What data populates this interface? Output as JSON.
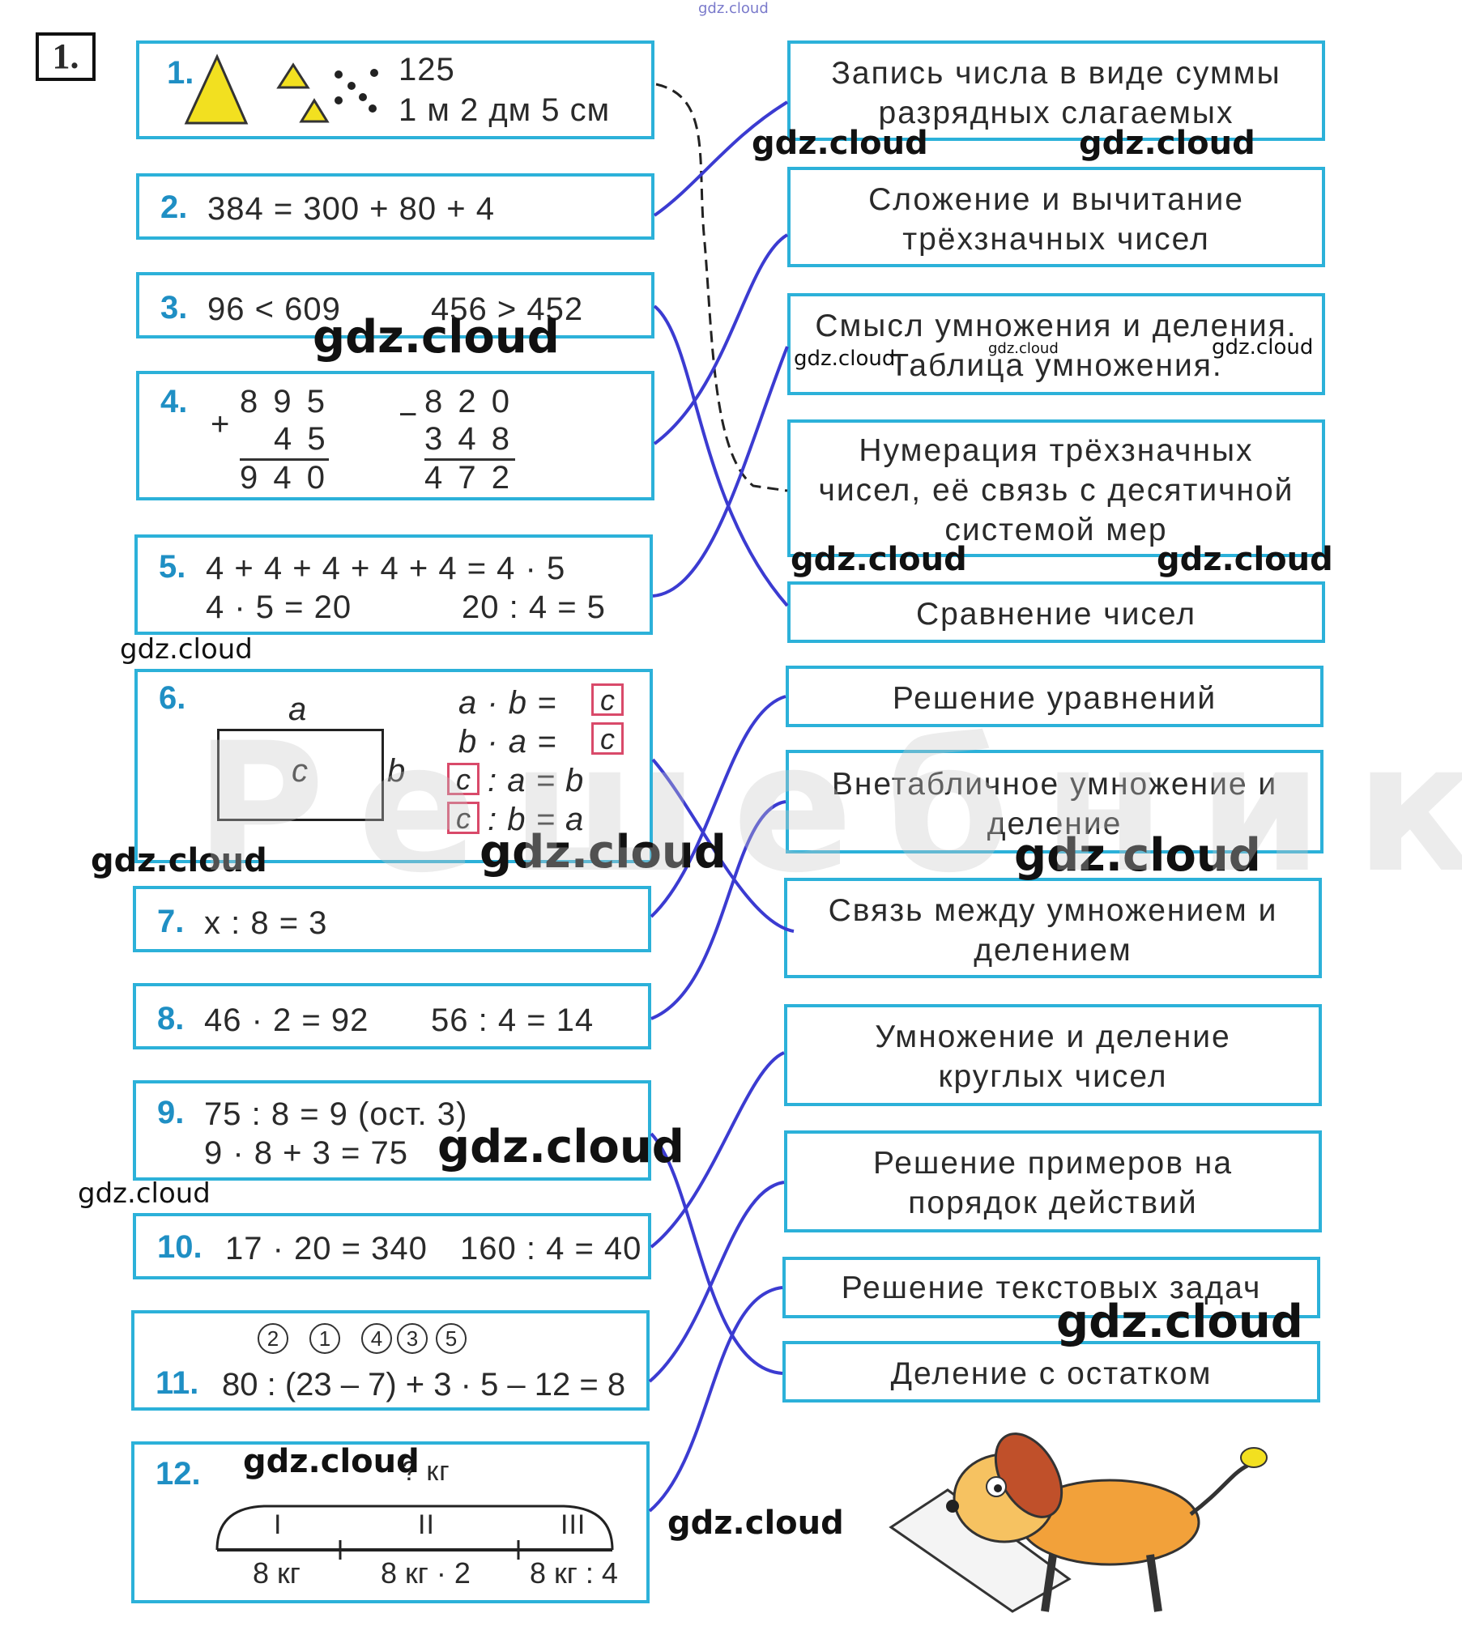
{
  "header": {
    "task_number": "1.",
    "top_watermark": "gdz.cloud"
  },
  "left": {
    "b1": {
      "num": "1.",
      "l1": "125",
      "l2": "1 м 2 дм 5 см"
    },
    "b2": {
      "num": "2.",
      "l1": "384 = 300 + 80 + 4"
    },
    "b3": {
      "num": "3.",
      "l1": "96 < 609",
      "l2": "456 > 452"
    },
    "b4": {
      "num": "4.",
      "a1": "8 9 5",
      "a2": "4 5",
      "a3": "9 4 0",
      "s1": "8 2 0",
      "s2": "3 4 8",
      "s3": "4 7 2",
      "plus": "+",
      "minus": "−"
    },
    "b5": {
      "num": "5.",
      "l1": "4 + 4 + 4 + 4 + 4 = 4 · 5",
      "l2a": "4 · 5 = 20",
      "l2b": "20 : 4 = 5"
    },
    "b6": {
      "num": "6.",
      "a": "a",
      "b": "b",
      "c": "c",
      "r1": "a · b =",
      "r2": "b · a =",
      "r3": ": a = b",
      "r4": ": b = a"
    },
    "b7": {
      "num": "7.",
      "l1": "x : 8 = 3"
    },
    "b8": {
      "num": "8.",
      "l1": "46 · 2 = 92",
      "l2": "56 : 4 = 14"
    },
    "b9": {
      "num": "9.",
      "l1": "75 : 8 = 9 (ост. 3)",
      "l2": "9 · 8 + 3 = 75"
    },
    "b10": {
      "num": "10.",
      "l1": "17 · 20 = 340",
      "l2": "160 : 4 = 40"
    },
    "b11": {
      "num": "11.",
      "order": [
        "2",
        "1",
        "4",
        "3",
        "5"
      ],
      "l1": "80 : (23 – 7) + 3 · 5 – 12 = 8"
    },
    "b12": {
      "num": "12.",
      "q": "? кг",
      "s1": "I",
      "s2": "II",
      "s3": "III",
      "v1": "8 кг",
      "v2": "8 кг · 2",
      "v3": "8 кг : 4"
    }
  },
  "right": {
    "r1": {
      "l1": "Запись числа в виде суммы",
      "l2": "разрядных слагаемых"
    },
    "r2": {
      "l1": "Сложение и вычитание",
      "l2": "трёхзначных чисел"
    },
    "r3": {
      "l1": "Смысл умножения и деления.",
      "l2": "Таблица умножения."
    },
    "r4": {
      "l1": "Нумерация трёхзначных",
      "l2": "чисел, её связь с десятичной",
      "l3": "системой мер"
    },
    "r5": {
      "l1": "Сравнение чисел"
    },
    "r6": {
      "l1": "Решение уравнений"
    },
    "r7": {
      "l1": "Внетабличное умножение и",
      "l2": "деление"
    },
    "r8": {
      "l1": "Связь между умножением и",
      "l2": "делением"
    },
    "r9": {
      "l1": "Умножение и деление",
      "l2": "круглых чисел"
    },
    "r10": {
      "l1": "Решение примеров на",
      "l2": "порядок действий"
    },
    "r11": {
      "l1": "Решение текстовых задач"
    },
    "r12": {
      "l1": "Деление с остатком"
    }
  },
  "watermarks": {
    "text": "gdz.cloud",
    "big": "Решебник"
  },
  "colors": {
    "box_border": "#2cb1d9",
    "number": "#1f8fc4",
    "line": "#3b3bd1",
    "triangle": "#f2e020",
    "pink": "#d94a6a"
  }
}
